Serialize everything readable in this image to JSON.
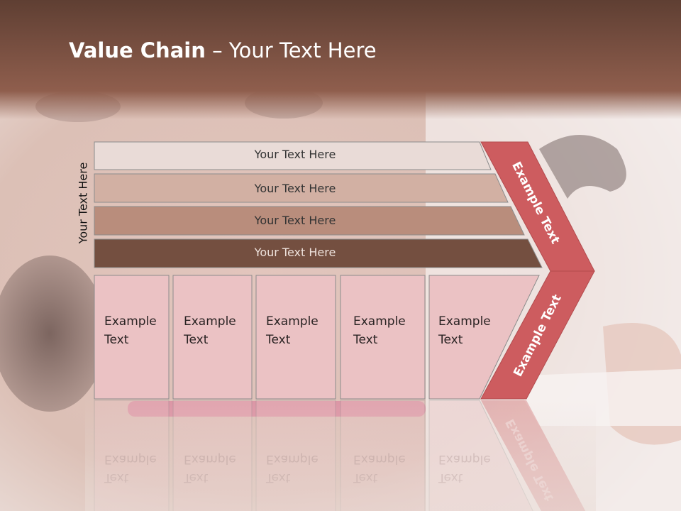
{
  "title": {
    "bold": "Value Chain",
    "rest": " – Your Text Here"
  },
  "side_label": "Your Text Here",
  "bands": [
    {
      "label": "Your Text Here"
    },
    {
      "label": "Your Text Here"
    },
    {
      "label": "Your Text Here"
    },
    {
      "label": "Your Text Here"
    }
  ],
  "boxes": [
    {
      "line1": "Example",
      "line2": "Text"
    },
    {
      "line1": "Example",
      "line2": "Text"
    },
    {
      "line1": "Example",
      "line2": "Text"
    },
    {
      "line1": "Example",
      "line2": "Text"
    },
    {
      "line1": "Example",
      "line2": "Text"
    }
  ],
  "arrow": {
    "upper_label": "Example Text",
    "lower_label": "Example Text"
  },
  "colors": {
    "header": "#7a4e40",
    "band_1": "#e9dbd7",
    "band_2": "#d2b0a3",
    "band_3": "#b98d7c",
    "band_4": "#744f40",
    "box_fill": "#ebc2c4",
    "arrow_fill": "#cd5c5f"
  }
}
